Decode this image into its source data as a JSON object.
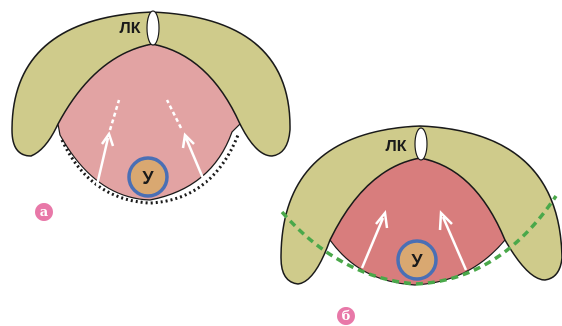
{
  "panels": [
    {
      "letter": "а",
      "bone_label": "ЛК",
      "urethra_label": "У",
      "boundary_style": "dotted"
    },
    {
      "letter": "б",
      "bone_label": "ЛК",
      "urethra_label": "У",
      "boundary_style": "dashed"
    }
  ],
  "colors": {
    "bone_fill": "#cfcb8b",
    "bone_stroke": "#1a1a1a",
    "tissue_a": "#e2a3a3",
    "tissue_b": "#d87d7d",
    "urethra_fill": "#d9a871",
    "urethra_ring": "#4a6fb5",
    "dotted_line": "#1a1a1a",
    "dashed_line": "#4aa84a",
    "arrow": "#ffffff",
    "badge": "#e878a8"
  }
}
